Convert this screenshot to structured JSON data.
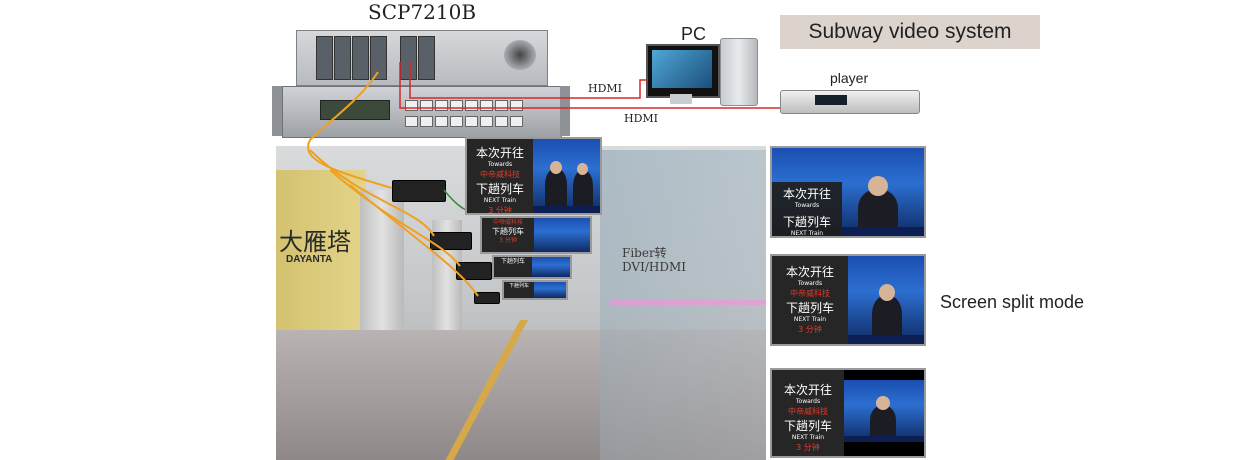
{
  "device_model": "SCP7210B",
  "pc_label": "PC",
  "title": "Subway video system",
  "player_label": "player",
  "hdmi_top": "HDMI",
  "hdmi_bottom": "HDMI",
  "fiber_label_line1": "Fiber转",
  "fiber_label_line2": "DVI/HDMI",
  "split_mode_label": "Screen split mode",
  "station_name_cn": "大雁塔",
  "station_name_en": "DAYANTA",
  "panel": {
    "line1": "本次开往",
    "line2": "Towards",
    "line3": "中帝威科技",
    "line4": "下趟列车",
    "line5": "NEXT Train",
    "line6": "3 分钟"
  },
  "colors": {
    "fiber": "#f0a020",
    "hdmi": "#d62828",
    "title_bg": "#dcd3cd",
    "panel_red": "#e13a2a"
  },
  "icons": [
    "matrix-switcher-icon",
    "pc-icon",
    "player-icon",
    "converter-icon",
    "lcd-screen-icon"
  ]
}
